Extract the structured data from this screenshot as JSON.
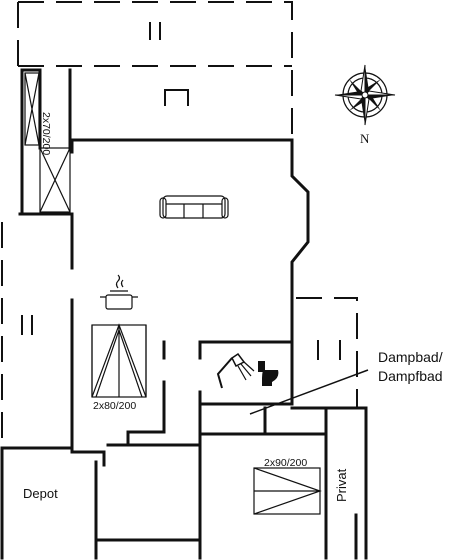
{
  "labels": {
    "bed_top": "2x70/200",
    "bed_mid": "2x80/200",
    "bed_bottom": "2x90/200",
    "depot": "Depot",
    "privat": "Privat",
    "steam_line1": "Dampbad/",
    "steam_line2": "Dampfbad",
    "compass_n": "N"
  },
  "icons": [
    "sofa-icon",
    "cooking-pot-icon",
    "shower-icon",
    "toilet-icon",
    "compass-rose-icon"
  ]
}
